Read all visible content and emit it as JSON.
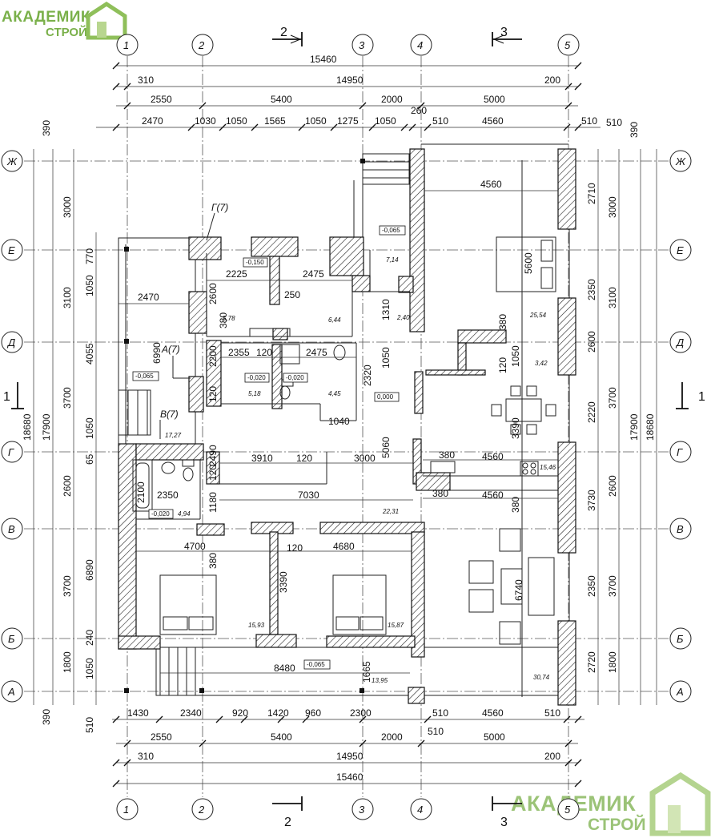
{
  "logo": {
    "line1": "АКАДЕМИК",
    "line2": "СТРОЙ"
  },
  "axes": {
    "vertical": [
      "1",
      "2",
      "3",
      "4",
      "5"
    ],
    "horizontal": [
      "Ж",
      "Е",
      "Д",
      "Г",
      "В",
      "Б",
      "А"
    ]
  },
  "sections": {
    "s2": "2",
    "s3": "3",
    "s1": "1"
  },
  "dims_top": {
    "overall": "15460",
    "row2": [
      "310",
      "14950",
      "200"
    ],
    "row3": [
      "2550",
      "5400",
      "2000",
      "5000"
    ],
    "row4": [
      "2470",
      "1030",
      "1050",
      "1565",
      "1050",
      "1275",
      "1050",
      "260",
      "510",
      "4560",
      "510"
    ],
    "left_390": "390"
  },
  "dims_bottom": {
    "row1": [
      "1430",
      "2340",
      "920",
      "1420",
      "960",
      "2300",
      "510",
      "4560",
      "510"
    ],
    "row1b": "510",
    "row2": [
      "2550",
      "5400",
      "2000",
      "5000"
    ],
    "row3": [
      "310",
      "14950",
      "200"
    ],
    "overall": "15460"
  },
  "dims_left": {
    "outer": "18680",
    "mid": "17900",
    "axis": [
      "3000",
      "3100",
      "3700",
      "2600",
      "3700",
      "1800"
    ],
    "inner": [
      "770",
      "1050",
      "4055",
      "1050",
      "65",
      "6890",
      "240",
      "1050"
    ],
    "edge": [
      "390",
      "390",
      "510"
    ]
  },
  "dims_right": {
    "outer": "18680",
    "mid": "17900",
    "axis": [
      "3000",
      "3100",
      "3700",
      "2600",
      "3700",
      "1800"
    ],
    "inner": [
      "2710",
      "2350",
      "2600",
      "2220",
      "3730",
      "2350",
      "2720"
    ],
    "edge": [
      "390",
      "510"
    ]
  },
  "interior_dims": [
    "4560",
    "5600",
    "2225",
    "2475",
    "2470",
    "250",
    "380",
    "2600",
    "1310",
    "6990",
    "2355",
    "120",
    "2475",
    "2200",
    "120",
    "2320",
    "1050",
    "1040",
    "5060",
    "380",
    "120",
    "1050",
    "3390",
    "3910",
    "120",
    "3000",
    "2490",
    "120",
    "380",
    "4560",
    "2100",
    "2350",
    "1180",
    "7030",
    "380",
    "4560",
    "380",
    "4700",
    "120",
    "4680",
    "380",
    "3390",
    "6740",
    "8480",
    "1665"
  ],
  "labels": {
    "g7": "Г(7)",
    "a7": "А(7)",
    "b7": "В(7)"
  },
  "levels": [
    "-0,150",
    "-0,065",
    "-0,020",
    "-0,020",
    "0,000",
    "-0,065",
    "-0,020",
    "-0,065"
  ],
  "areas": [
    "7,14",
    "5,78",
    "6,44",
    "2,40",
    "25,54",
    "3,42",
    "5,18",
    "4,45",
    "17,27",
    "15,46",
    "22,31",
    "4,94",
    "15,93",
    "15,87",
    "13,95",
    "30,74"
  ]
}
